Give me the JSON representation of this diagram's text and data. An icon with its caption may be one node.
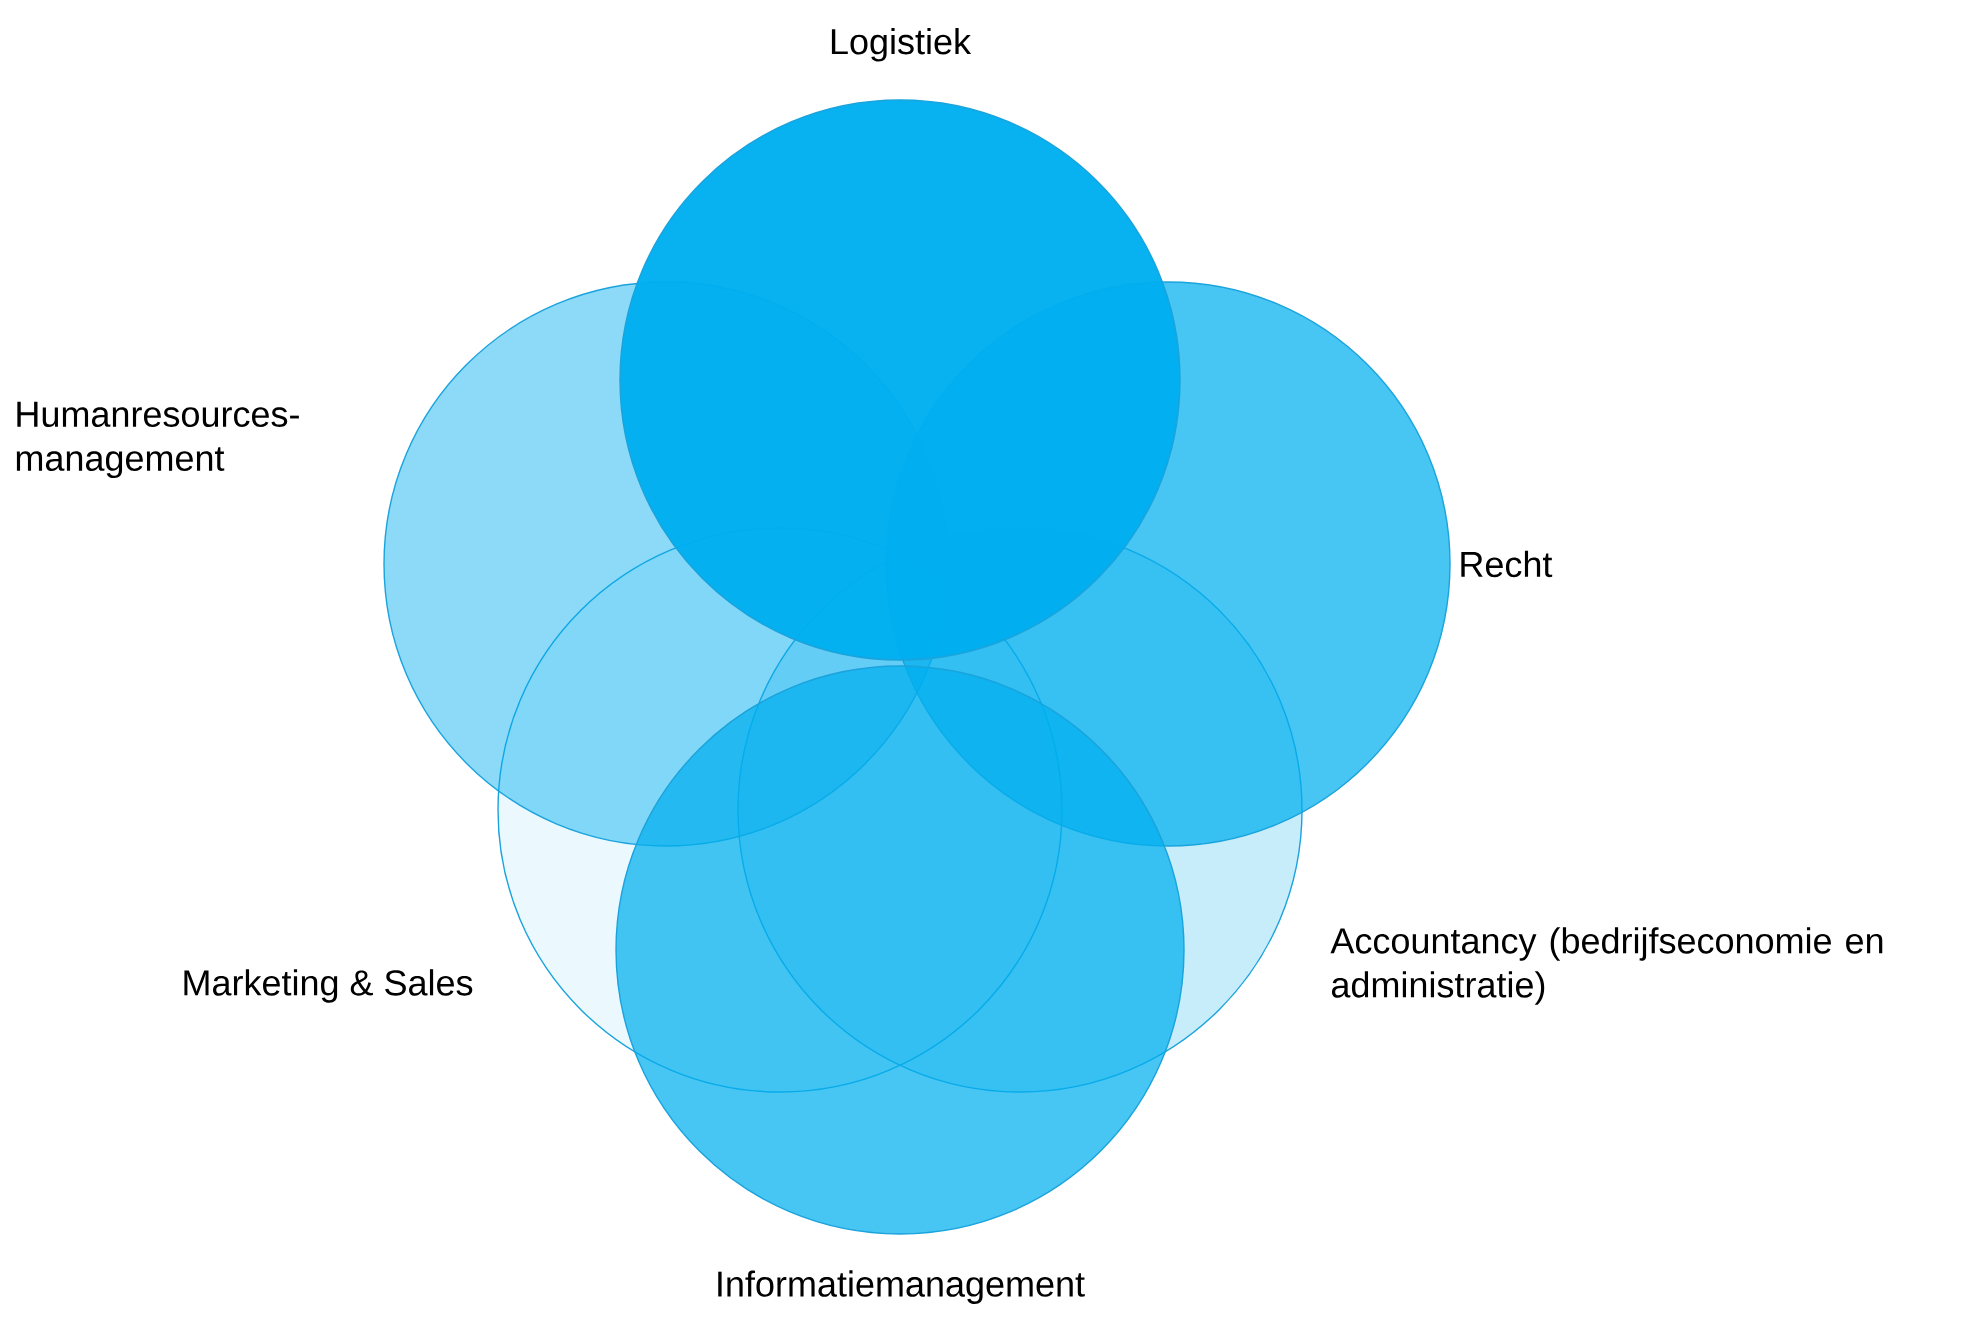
{
  "diagram": {
    "nodes": [
      {
        "text": [
          "Logistiek"
        ]
      },
      {
        "text": [
          "Humanresources- management"
        ]
      },
      {
        "text": [
          "Recht"
        ]
      },
      {
        "text": [
          "Marketing & Sales"
        ]
      },
      {
        "text": [
          "Accountancy (bedrijfseconomie en administratie)"
        ]
      },
      {
        "text": [
          "Informatiemanagement"
        ]
      }
    ]
  }
}
